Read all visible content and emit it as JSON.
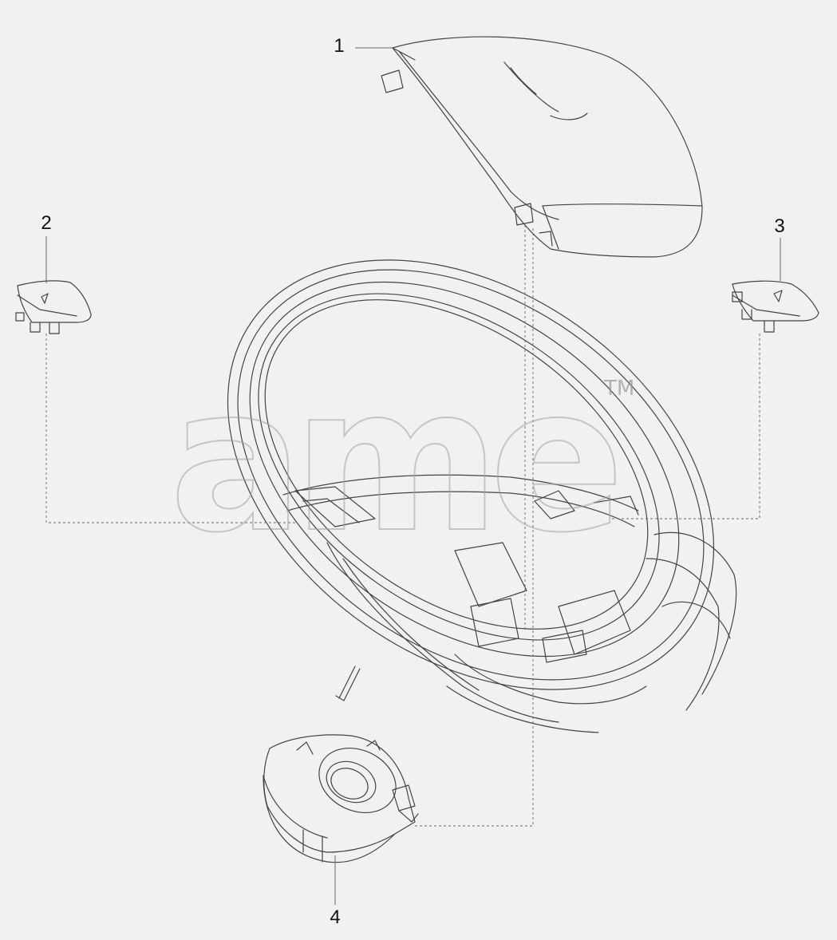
{
  "diagram": {
    "callouts": [
      {
        "id": "1",
        "label": "1"
      },
      {
        "id": "2",
        "label": "2"
      },
      {
        "id": "3",
        "label": "3"
      },
      {
        "id": "4",
        "label": "4"
      }
    ],
    "parts": [
      {
        "id": "1",
        "icon": "airbag-cover-icon"
      },
      {
        "id": "2",
        "icon": "left-button-cap-icon"
      },
      {
        "id": "3",
        "icon": "right-button-cap-icon"
      },
      {
        "id": "4",
        "icon": "clock-spring-icon"
      }
    ]
  },
  "watermark": {
    "text": "ame",
    "trademark": "TM"
  },
  "colors": {
    "background": "#f1f1f1",
    "line": "#444444",
    "leader": "#666666"
  }
}
